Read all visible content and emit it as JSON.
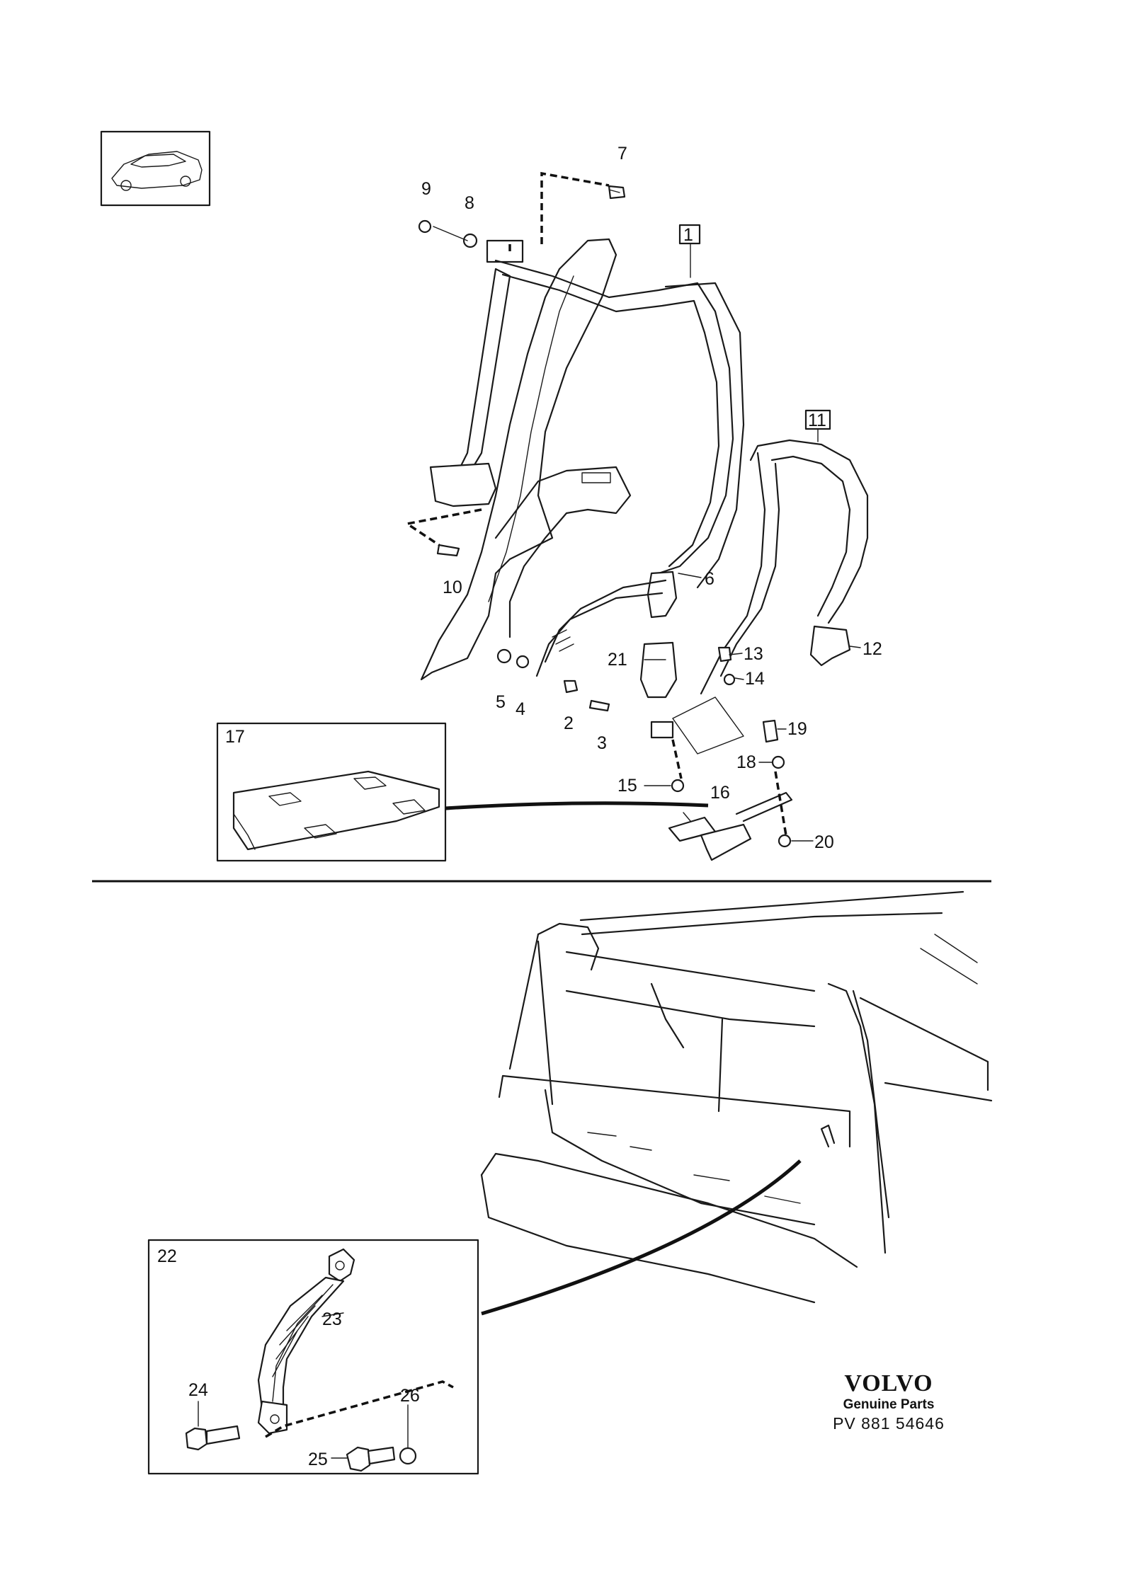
{
  "callouts": {
    "c1": "1",
    "c2": "2",
    "c3": "3",
    "c4": "4",
    "c5": "5",
    "c6": "6",
    "c7": "7",
    "c8": "8",
    "c9": "9",
    "c10": "10",
    "c11": "11",
    "c12": "12",
    "c13": "13",
    "c14": "14",
    "c15": "15",
    "c16": "16",
    "c17": "17",
    "c18": "18",
    "c19": "19",
    "c20": "20",
    "c21": "21",
    "c22": "22",
    "c23": "23",
    "c24": "24",
    "c25": "25",
    "c26": "26"
  },
  "brand": {
    "logo": "VOLVO",
    "subtitle": "Genuine Parts",
    "code": "PV 881 54646"
  },
  "colors": {
    "ink": "#1a1a1a",
    "paper": "#ffffff"
  }
}
